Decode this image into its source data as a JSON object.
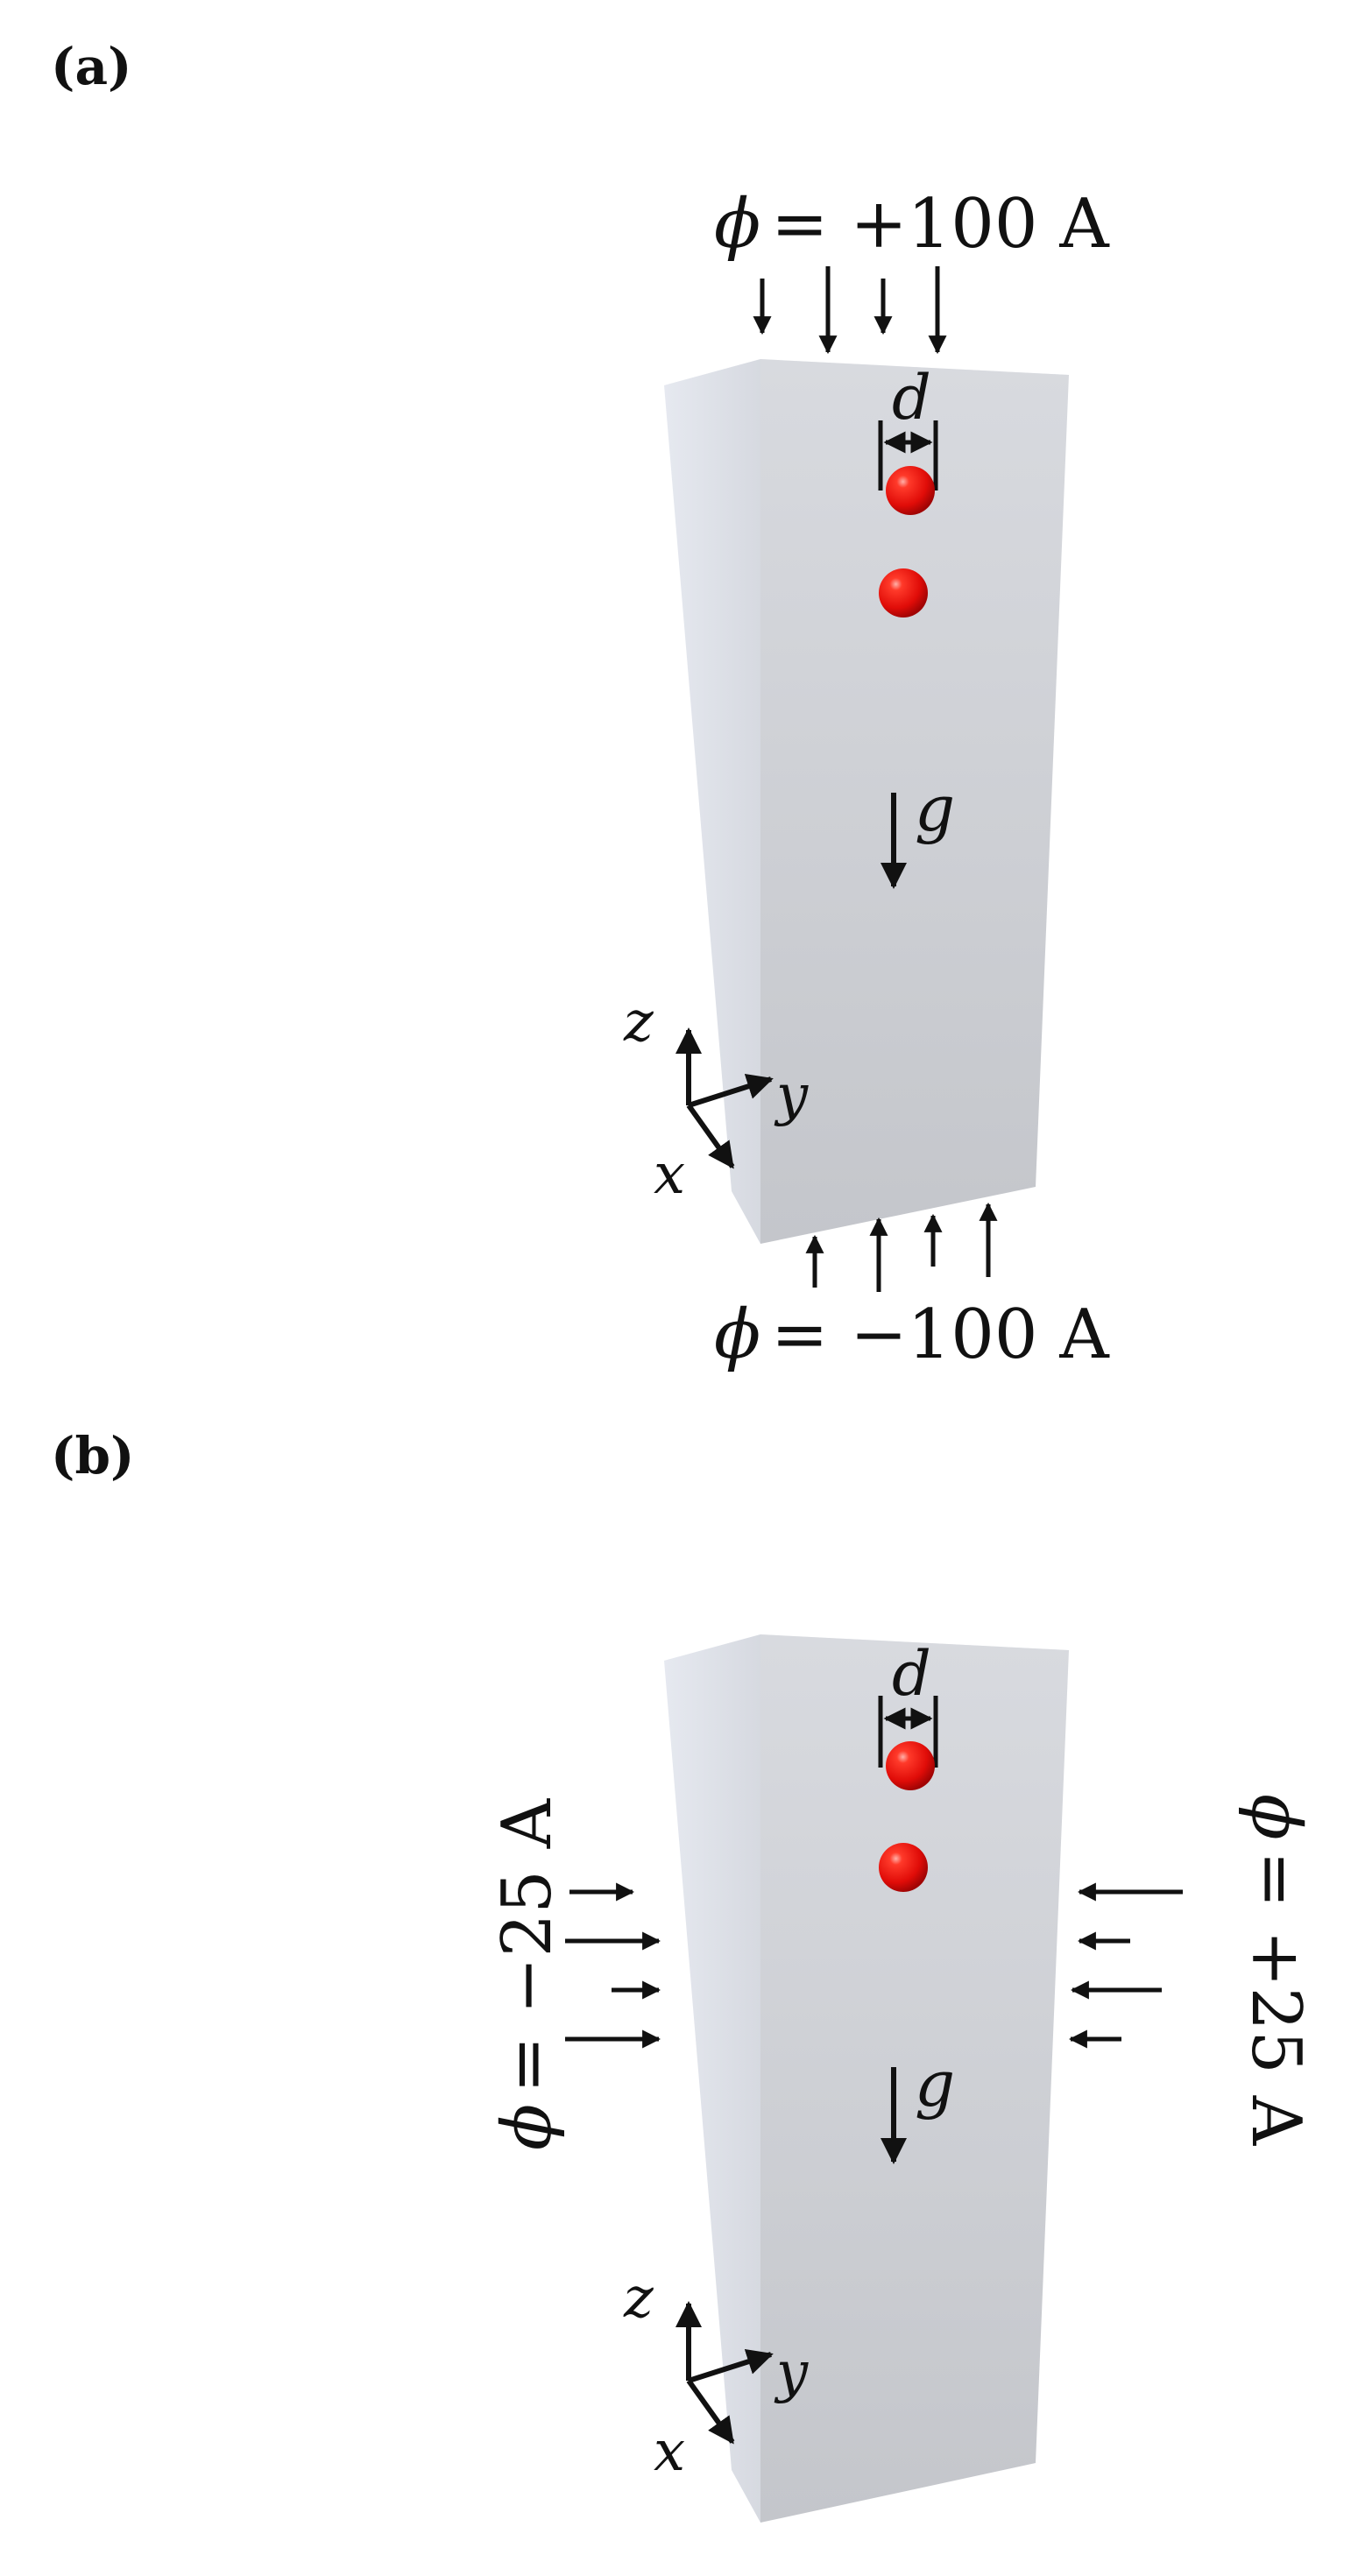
{
  "panels": [
    {
      "id": "a",
      "label": "(a)",
      "top_potential": {
        "symbol": "ϕ",
        "value": "= +100 A"
      },
      "bottom_potential": {
        "symbol": "ϕ",
        "value": "= −100 A"
      },
      "spacing_label": "d",
      "gravity_label": "g",
      "axes": {
        "x": "x",
        "y": "y",
        "z": "z"
      }
    },
    {
      "id": "b",
      "label": "(b)",
      "left_potential": {
        "symbol": "ϕ",
        "value": "= −25 A"
      },
      "right_potential": {
        "symbol": "ϕ",
        "value": "= +25 A"
      },
      "spacing_label": "d",
      "gravity_label": "g",
      "axes": {
        "x": "x",
        "y": "y",
        "z": "z"
      }
    }
  ],
  "colors": {
    "background": "#ffffff",
    "particle": "#e8100f",
    "box_front": "#cfd1d6",
    "box_side": "#e2e5ec",
    "box_top": "#eef0f4",
    "ink": "#111111"
  }
}
